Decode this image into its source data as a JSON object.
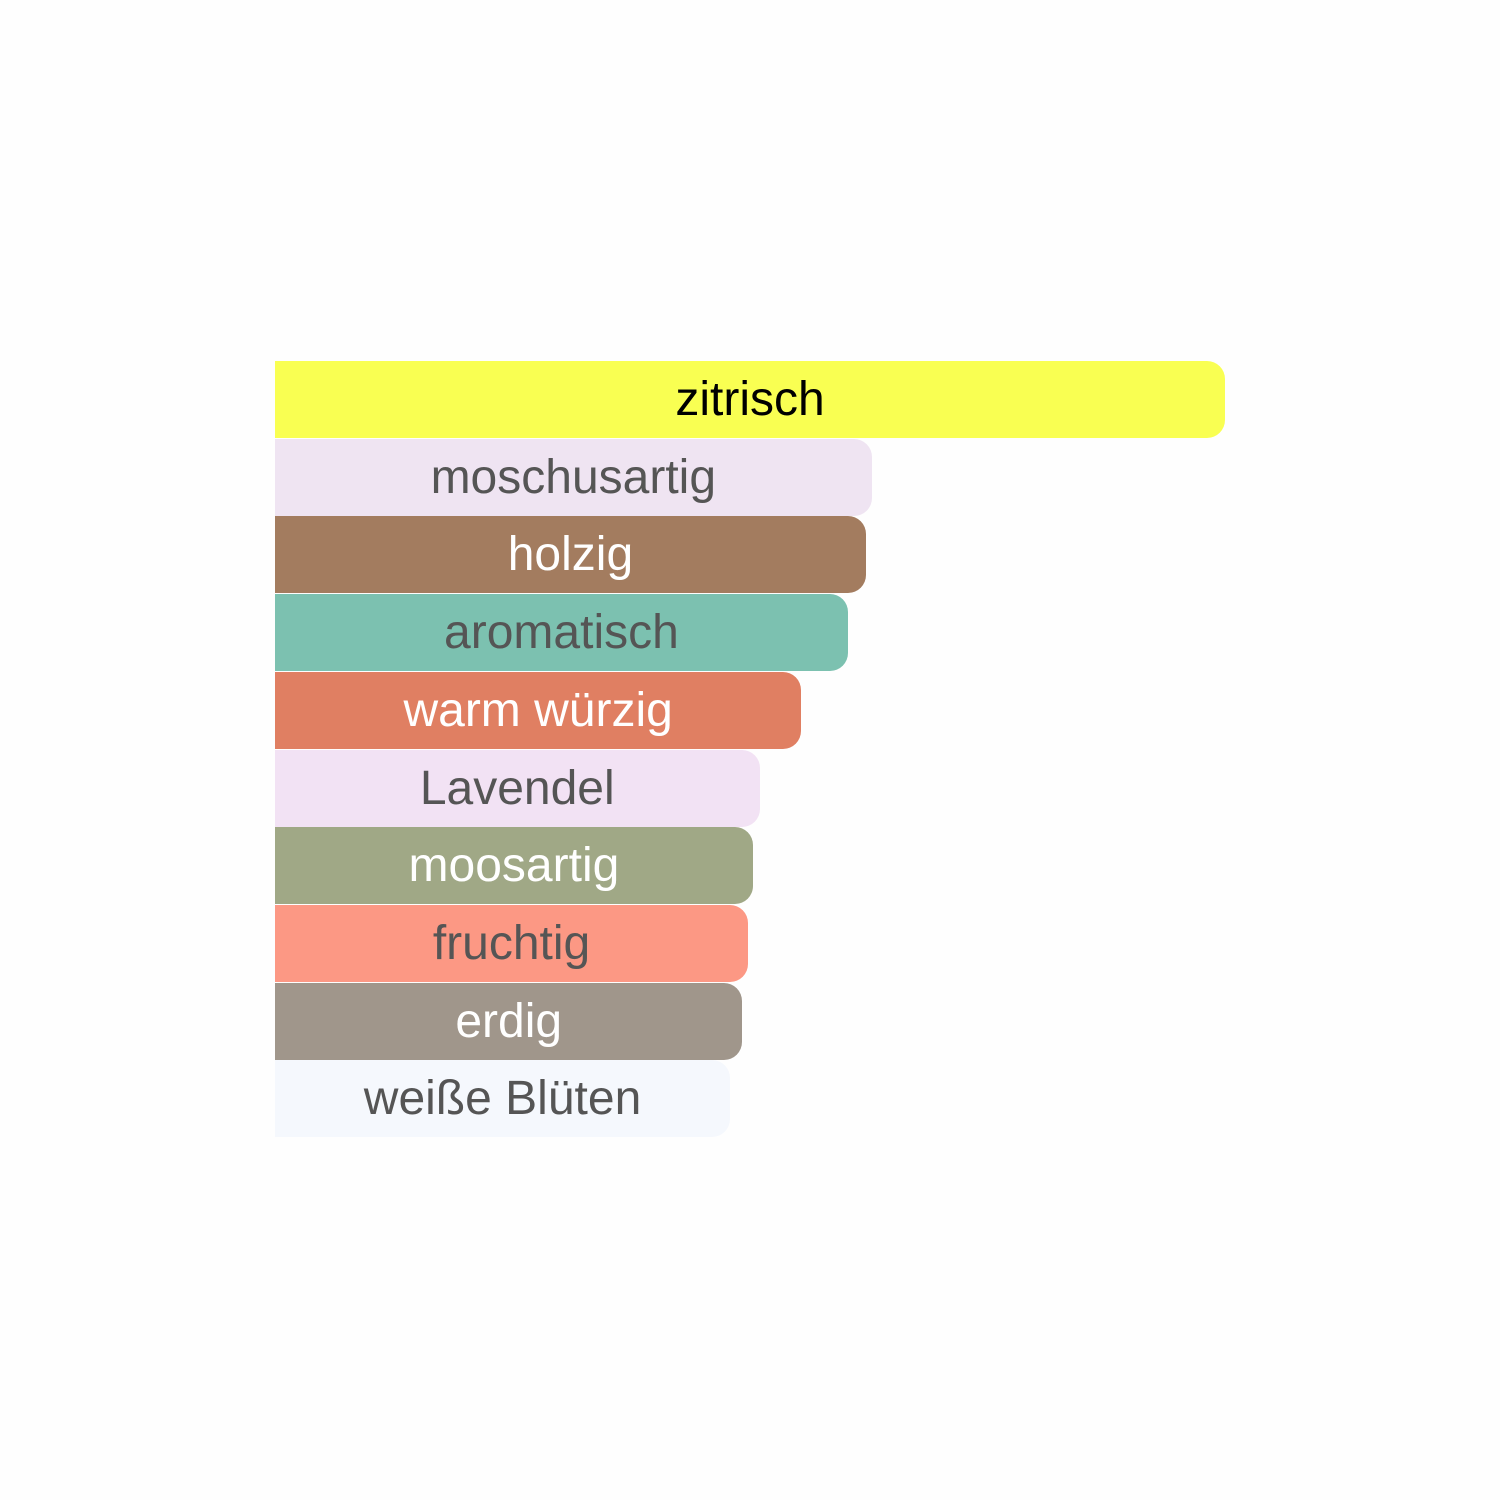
{
  "chart_data": {
    "type": "bar",
    "orientation": "horizontal",
    "title": "",
    "xlabel": "",
    "ylabel": "",
    "xlim": [
      0,
      100
    ],
    "grid": false,
    "legend": "none",
    "categories": [
      "zitrisch",
      "moschusartig",
      "holzig",
      "aromatisch",
      "warm würzig",
      "Lavendel",
      "moosartig",
      "fruchtig",
      "erdig",
      "weiße Blüten"
    ],
    "values": [
      100,
      62.8,
      62.2,
      60.3,
      55.4,
      51,
      50.3,
      49.8,
      49.2,
      47.9
    ],
    "colors": [
      "#f9ff52",
      "#efe4f2",
      "#a37c5f",
      "#7cc1b0",
      "#e07f62",
      "#f2e2f4",
      "#a0a886",
      "#fc9884",
      "#a0968b",
      "#f5f8fd"
    ],
    "label_colors": [
      "#000000",
      "#555555",
      "#ffffff",
      "#555555",
      "#ffffff",
      "#555555",
      "#ffffff",
      "#555555",
      "#ffffff",
      "#555555"
    ]
  }
}
